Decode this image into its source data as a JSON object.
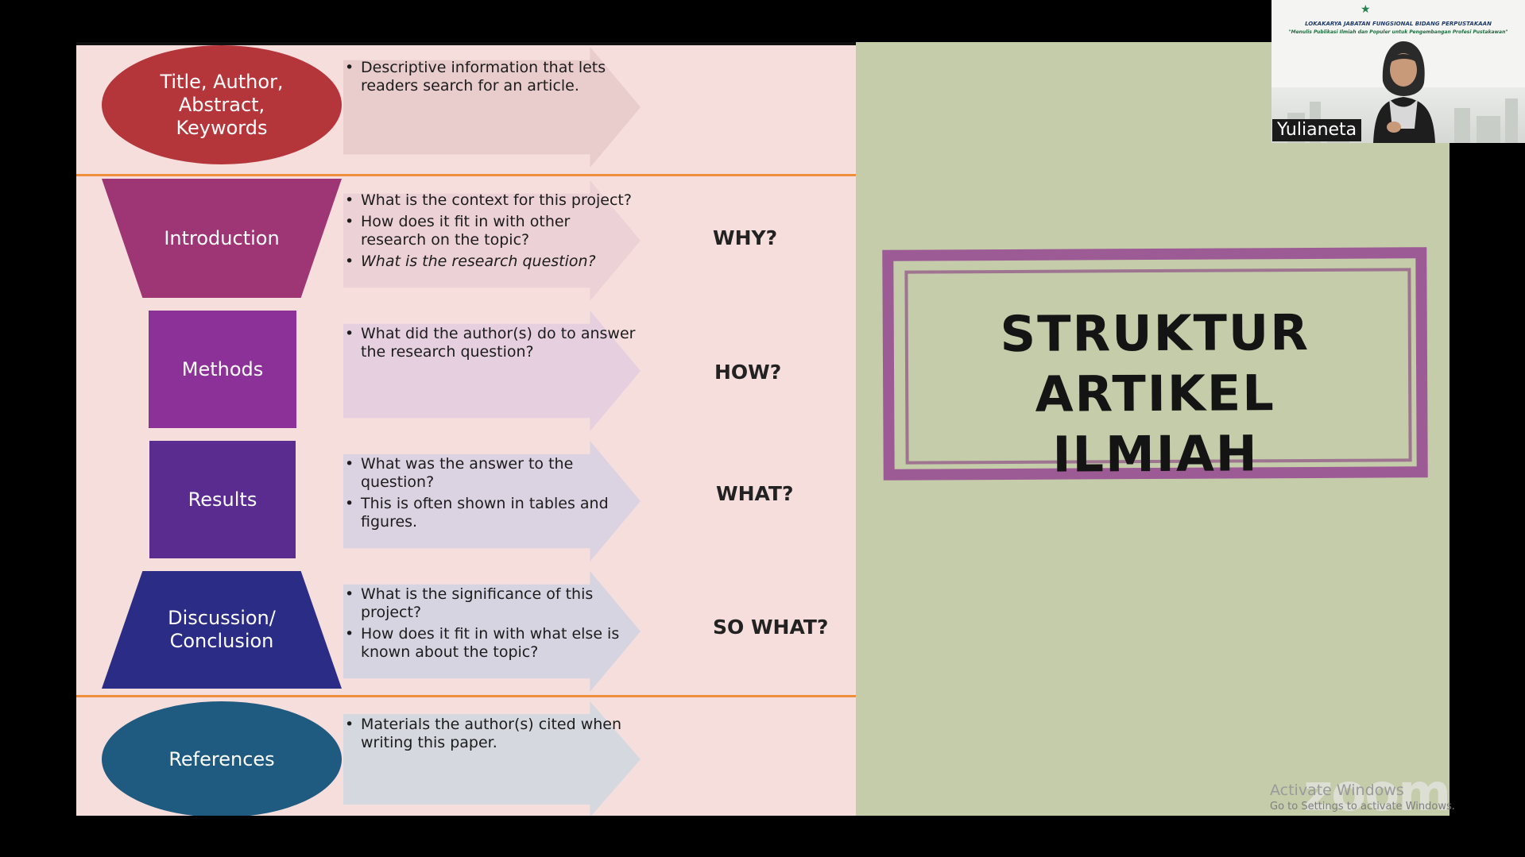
{
  "left_slide": {
    "sections": [
      {
        "label": "Title, Author,\nAbstract,\nKeywords",
        "color": "#b5363a",
        "arrow_color": "#e8cdcc",
        "bullets": [
          {
            "text": "Descriptive information that lets readers search for an article.",
            "italic": false
          }
        ],
        "question": ""
      },
      {
        "label": "Introduction",
        "color": "#9e3574",
        "arrow_color": "#ecd1d6",
        "bullets": [
          {
            "text": "What is the context for this project?",
            "italic": false
          },
          {
            "text": "How does it fit in with other research on the topic?",
            "italic": false
          },
          {
            "text": "What is the research question?",
            "italic": true
          }
        ],
        "question": "WHY?"
      },
      {
        "label": "Methods",
        "color": "#8c3198",
        "arrow_color": "#e6d0e0",
        "bullets": [
          {
            "text": "What did the author(s) do to answer the research question?",
            "italic": false
          }
        ],
        "question": "HOW?"
      },
      {
        "label": "Results",
        "color": "#5a2c8f",
        "arrow_color": "#dcd3e2",
        "bullets": [
          {
            "text": "What was the answer to the question?",
            "italic": false
          },
          {
            "text": "This is often shown in tables and figures.",
            "italic": false
          }
        ],
        "question": "WHAT?"
      },
      {
        "label": "Discussion/\nConclusion",
        "color": "#2a2c86",
        "arrow_color": "#d7d4e2",
        "bullets": [
          {
            "text": "What is the significance of this project?",
            "italic": false
          },
          {
            "text": "How does it fit in with what else is known about the topic?",
            "italic": false
          }
        ],
        "question": "SO WHAT?"
      },
      {
        "label": "References",
        "color": "#1f5a80",
        "arrow_color": "#d5d8df",
        "bullets": [
          {
            "text": "Materials the author(s) cited when writing this paper.",
            "italic": false
          }
        ],
        "question": ""
      }
    ]
  },
  "right_slide": {
    "title": "STRUKTUR ARTIKEL\nILMIAH",
    "frame_color": "#9d5b95",
    "background": "#c5ccaa"
  },
  "participant": {
    "name": "Yulianeta",
    "event_title": "LOKAKARYA JABATAN FUNGSIONAL BIDANG PERPUSTAKAAN",
    "event_subtitle": "\"Menulis Publikasi Ilmiah dan Populer untuk Pengembangan Profesi Pustakawan\""
  },
  "watermark": {
    "activate": "Activate Windows",
    "goto": "Go to Settings to activate Windows.",
    "app_logo": "zoom"
  }
}
